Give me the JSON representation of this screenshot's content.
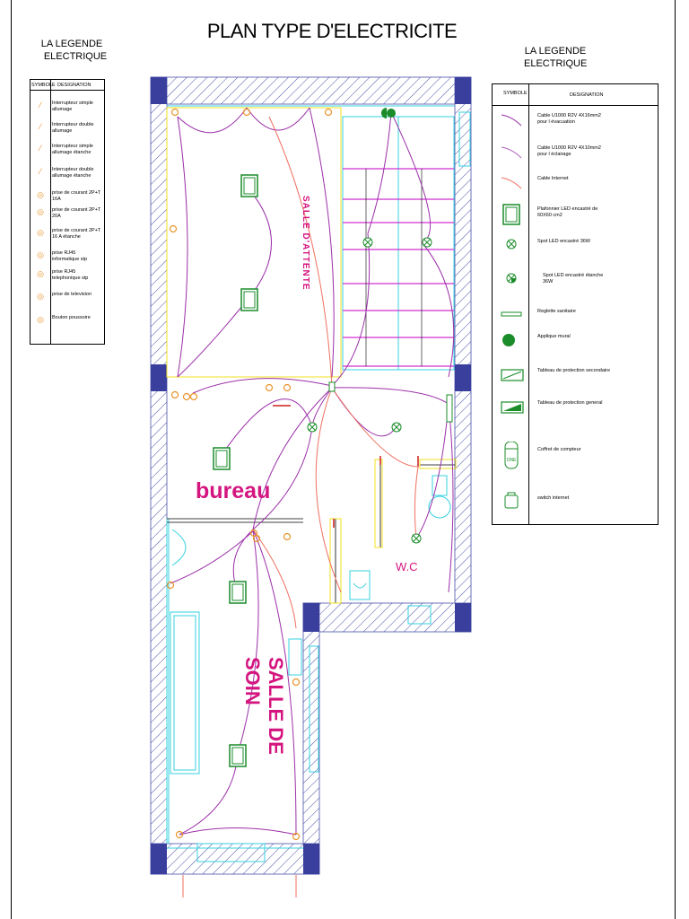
{
  "title": "PLAN TYPE D'ELECTRICITE",
  "legend_left": {
    "title_line1": "LA LEGENDE",
    "title_line2": "ELECTRIQUE",
    "col_symbol": "SYMBOLE",
    "col_designation": "DESIGNATION",
    "items": [
      {
        "icon": "switch-single-icon",
        "label": "Interrupteur simple allumage"
      },
      {
        "icon": "switch-double-icon",
        "label": "Interrupteur double allumage"
      },
      {
        "icon": "switch-single-waterproof-icon",
        "label": "Interrupteur simple allumage étanche"
      },
      {
        "icon": "switch-double-waterproof-icon",
        "label": "Interrupteur double allumage étanche"
      },
      {
        "icon": "socket-16a-icon",
        "label": "prise de courant 2P+T 16A"
      },
      {
        "icon": "socket-20a-icon",
        "label": "prise de courant 2P+T 20A"
      },
      {
        "icon": "socket-16a-waterproof-icon",
        "label": "prise de courant 2P+T 16 A étanche"
      },
      {
        "icon": "rj45-data-socket-icon",
        "label": "prise RJ45 informatique stp"
      },
      {
        "icon": "rj45-phone-socket-icon",
        "label": "prise RJ45 telephonique stp"
      },
      {
        "icon": "tv-socket-icon",
        "label": "prise de television"
      },
      {
        "icon": "push-button-icon",
        "label": "Bouton poussoire"
      }
    ]
  },
  "legend_right": {
    "title_line1": "LA LEGENDE",
    "title_line2": "ELECTRIQUE",
    "col_symbol": "SYMBOLE",
    "col_designation": "DESIGNATION",
    "items": [
      {
        "icon": "cable-purple-icon",
        "line1": "Cable U1000 R2V 4X16mm2",
        "line2": "pour l évacuation"
      },
      {
        "icon": "cable-purple-light-icon",
        "line1": "Cable U1000 R2V 4X10mm2",
        "line2": "pour l éclairage"
      },
      {
        "icon": "cable-internet-icon",
        "line1": "Cable Internet",
        "line2": ""
      },
      {
        "icon": "led-panel-icon",
        "line1": "Plafonnier LED encastré de",
        "line2": "60X60 cm2"
      },
      {
        "icon": "led-spot-icon",
        "line1": "Spot LED encastré 36W",
        "line2": ""
      },
      {
        "icon": "led-spot-waterproof-icon",
        "line1": "Spot LED encastré étanche",
        "line2": "36W"
      },
      {
        "icon": "sanitary-strip-icon",
        "line1": "Reglette sanitaire",
        "line2": ""
      },
      {
        "icon": "wall-light-icon",
        "line1": "Applique mural",
        "line2": ""
      },
      {
        "icon": "secondary-panel-icon",
        "line1": "Tableau de protection secondaire",
        "line2": ""
      },
      {
        "icon": "main-panel-icon",
        "line1": "Tableau de protection general",
        "line2": ""
      },
      {
        "icon": "meter-box-icon",
        "line1": "Coffret de compteur",
        "line2": "",
        "glyph": "ONE"
      },
      {
        "icon": "internet-switch-icon",
        "line1": "switch internet",
        "line2": ""
      }
    ]
  },
  "rooms": {
    "waiting": "SALLE D'ATTENTE",
    "office": "bureau",
    "wc": "W.C",
    "care_line1": "SALLE DE",
    "care_line2": "SOIN"
  },
  "colors": {
    "purple_cable": "#9b2fa8",
    "internet_cable": "#ef6f5f",
    "wall_blue": "#3a3f9e",
    "fixture_green": "#1a8c2a",
    "socket_orange": "#e8942a",
    "label_magenta": "#d4157f",
    "cyan": "#35d0e0",
    "yellow": "#f0e020"
  }
}
